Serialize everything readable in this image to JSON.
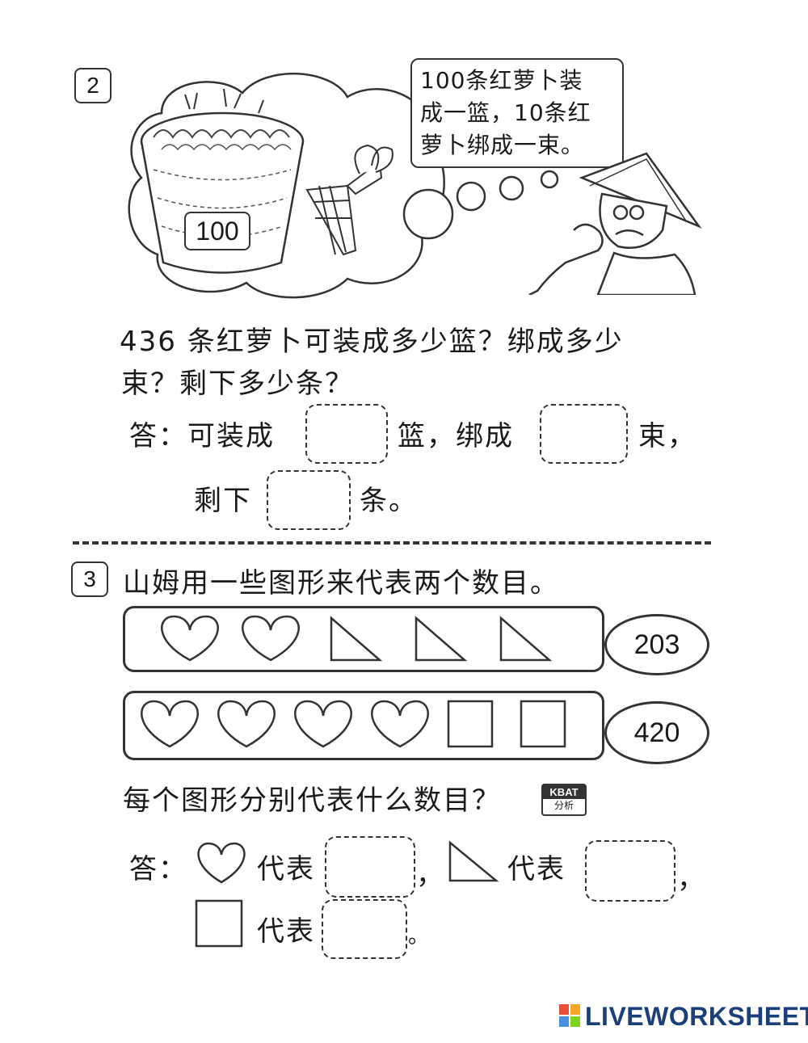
{
  "q2": {
    "number": "2",
    "speech_bubble": "100条红萝卜装\n成一篮，10条红\n萝卜绑成一束。",
    "basket_label": "100",
    "question_line1": "436 条红萝卜可装成多少篮？绑成多少",
    "question_line2": "束？剩下多少条？",
    "answer_prefix": "答：可装成",
    "unit_baskets": "篮，绑成",
    "unit_bundles": "束，",
    "remaining_label": "剩下",
    "unit_pieces": "条。"
  },
  "q3": {
    "number": "3",
    "question": "山姆用一些图形来代表两个数目。",
    "row1_total": "203",
    "row2_total": "420",
    "sub_question": "每个图形分别代表什么数目？",
    "kbat_top": "KBAT",
    "kbat_bottom": "分析",
    "answer_prefix": "答：",
    "represents": "代表",
    "comma": "，",
    "period": "。"
  },
  "footer": {
    "brand": "LIVEWORKSHEETS"
  },
  "colors": {
    "ink": "#1a1a1a",
    "brand": "#1b3f7a"
  }
}
